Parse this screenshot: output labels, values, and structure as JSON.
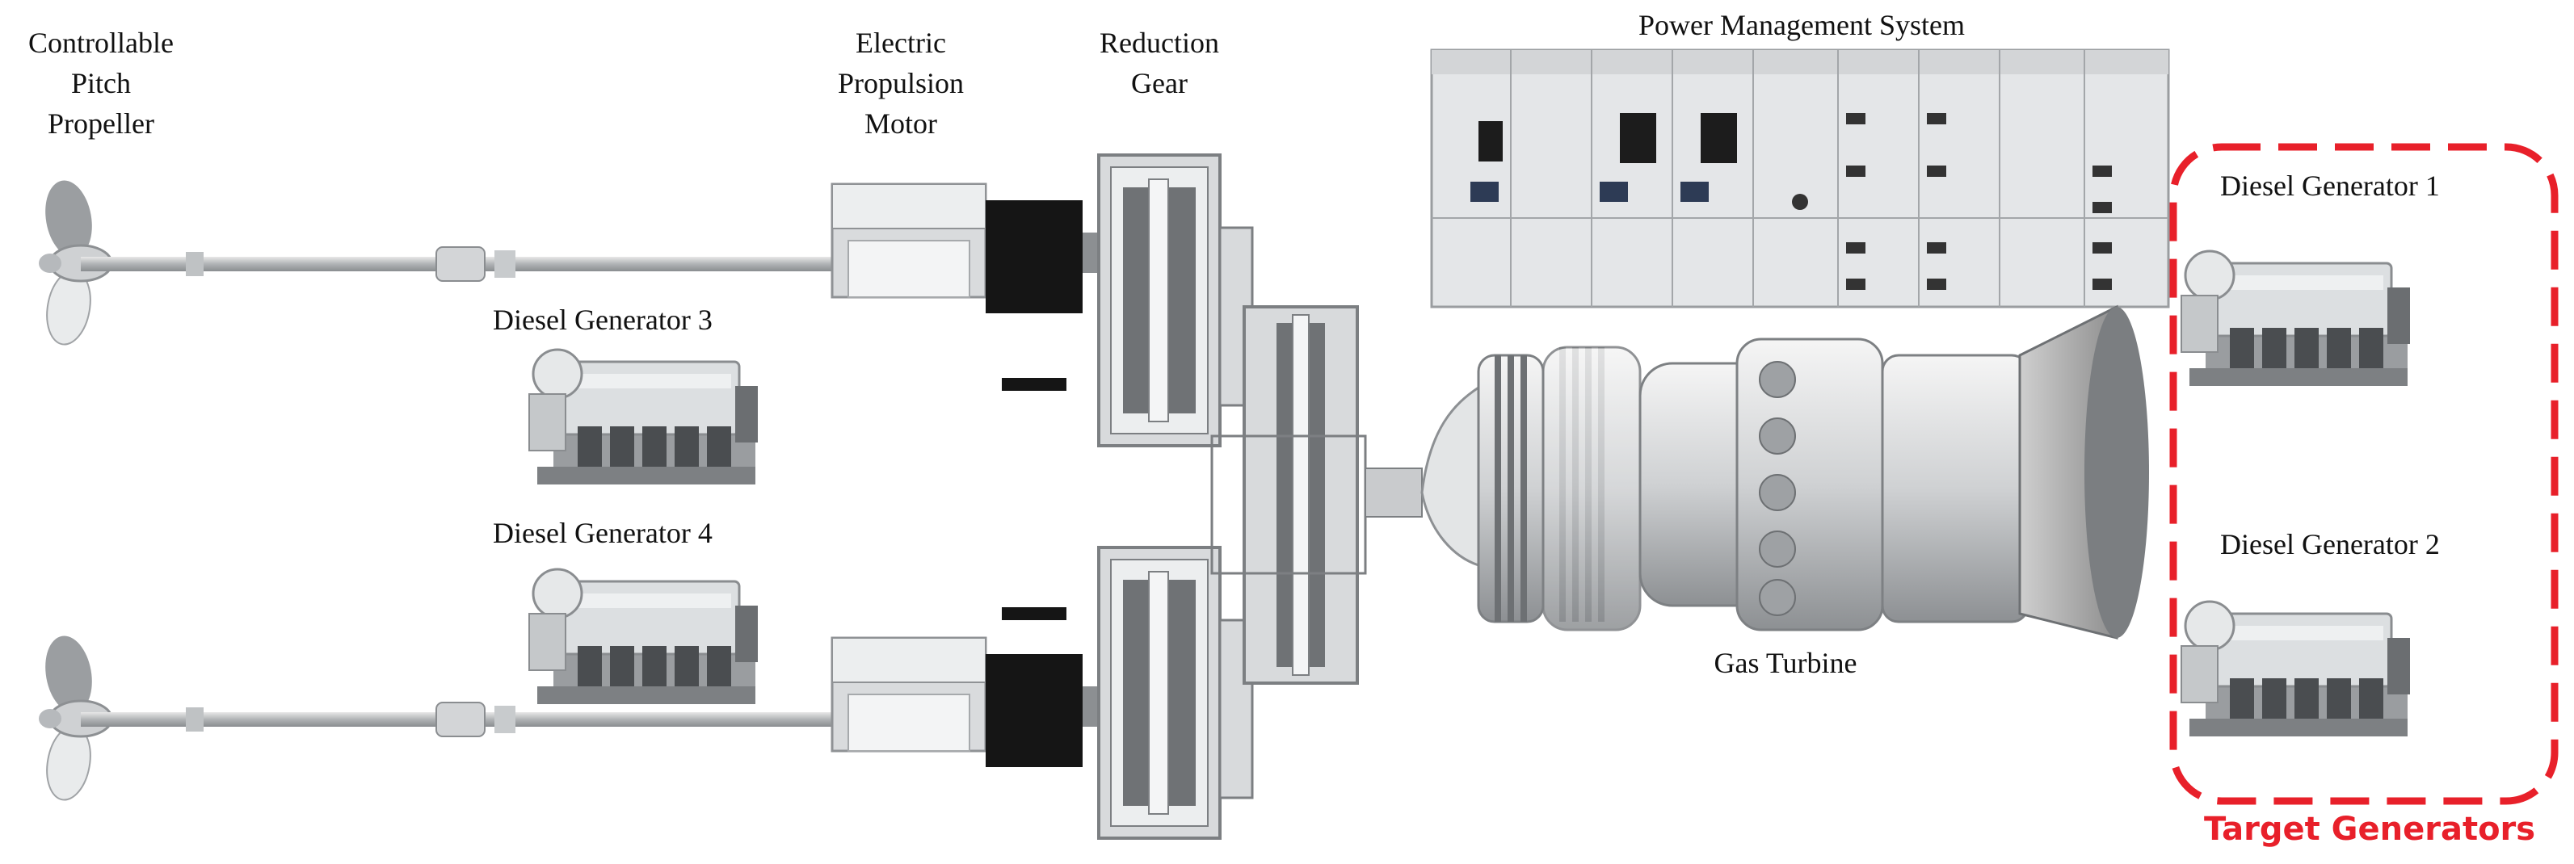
{
  "labels": {
    "propeller_line1": "Controllable",
    "propeller_line2": "Pitch",
    "propeller_line3": "Propeller",
    "motor_line1": "Electric",
    "motor_line2": "Propulsion",
    "motor_line3": "Motor",
    "gear_line1": "Reduction",
    "gear_line2": "Gear",
    "pms": "Power Management  System",
    "dg1": "Diesel  Generator 1",
    "dg2": "Diesel  Generator 2",
    "dg3": "Diesel  Generator 3",
    "dg4": "Diesel  Generator 4",
    "gas_turbine": "Gas Turbine",
    "target": "Target Generators"
  },
  "colors": {
    "target_border": "#e8202a",
    "target_text": "#e8202a",
    "metal": "#cfd2d4",
    "dark": "#1a1a1a"
  }
}
